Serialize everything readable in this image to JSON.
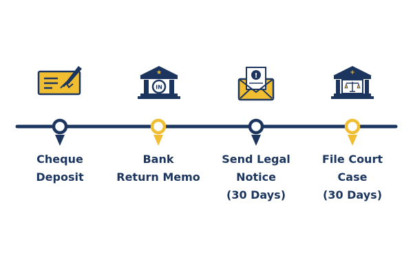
{
  "colors": {
    "navy": "#1c355e",
    "gold": "#f1be32",
    "white": "#ffffff"
  },
  "steps": [
    {
      "icon": "cheque-pen-icon",
      "pin": "navy",
      "label_lines": [
        "Cheque",
        "Deposit"
      ]
    },
    {
      "icon": "bank-in-icon",
      "pin": "gold",
      "icon_text": "IN",
      "label_lines": [
        "Bank",
        "Return Memo"
      ]
    },
    {
      "icon": "legal-notice-envelope-icon",
      "pin": "navy",
      "icon_text": "!",
      "label_lines": [
        "Send Legal",
        "Notice",
        "(30 Days)"
      ]
    },
    {
      "icon": "court-scales-icon",
      "pin": "gold",
      "label_lines": [
        "File Court",
        "Case",
        "(30 Days)"
      ]
    }
  ]
}
